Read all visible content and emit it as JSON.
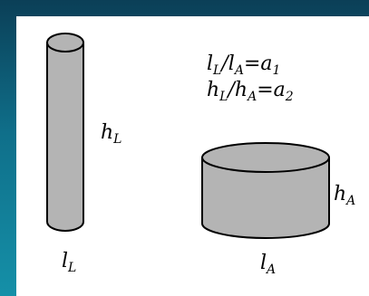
{
  "colors": {
    "background_top": "#0b3f57",
    "background_bottom": "#1590a8",
    "panel": "#ffffff",
    "cylinder_fill": "#b4b4b4",
    "outline": "#000000"
  },
  "formulas": [
    {
      "lhs_main": "l",
      "lhs_sub": "L",
      "op": "/",
      "rhs_main": "l",
      "rhs_sub": "A",
      "eq": "=",
      "res_main": "a",
      "res_sub": "1"
    },
    {
      "lhs_main": "h",
      "lhs_sub": "L",
      "op": "/",
      "rhs_main": "h",
      "rhs_sub": "A",
      "eq": "=",
      "res_main": "a",
      "res_sub": "2"
    }
  ],
  "labels": {
    "tall_height": {
      "main": "h",
      "sub": "L"
    },
    "tall_width": {
      "main": "l",
      "sub": "L"
    },
    "short_height": {
      "main": "h",
      "sub": "A"
    },
    "short_width": {
      "main": "l",
      "sub": "A"
    }
  }
}
